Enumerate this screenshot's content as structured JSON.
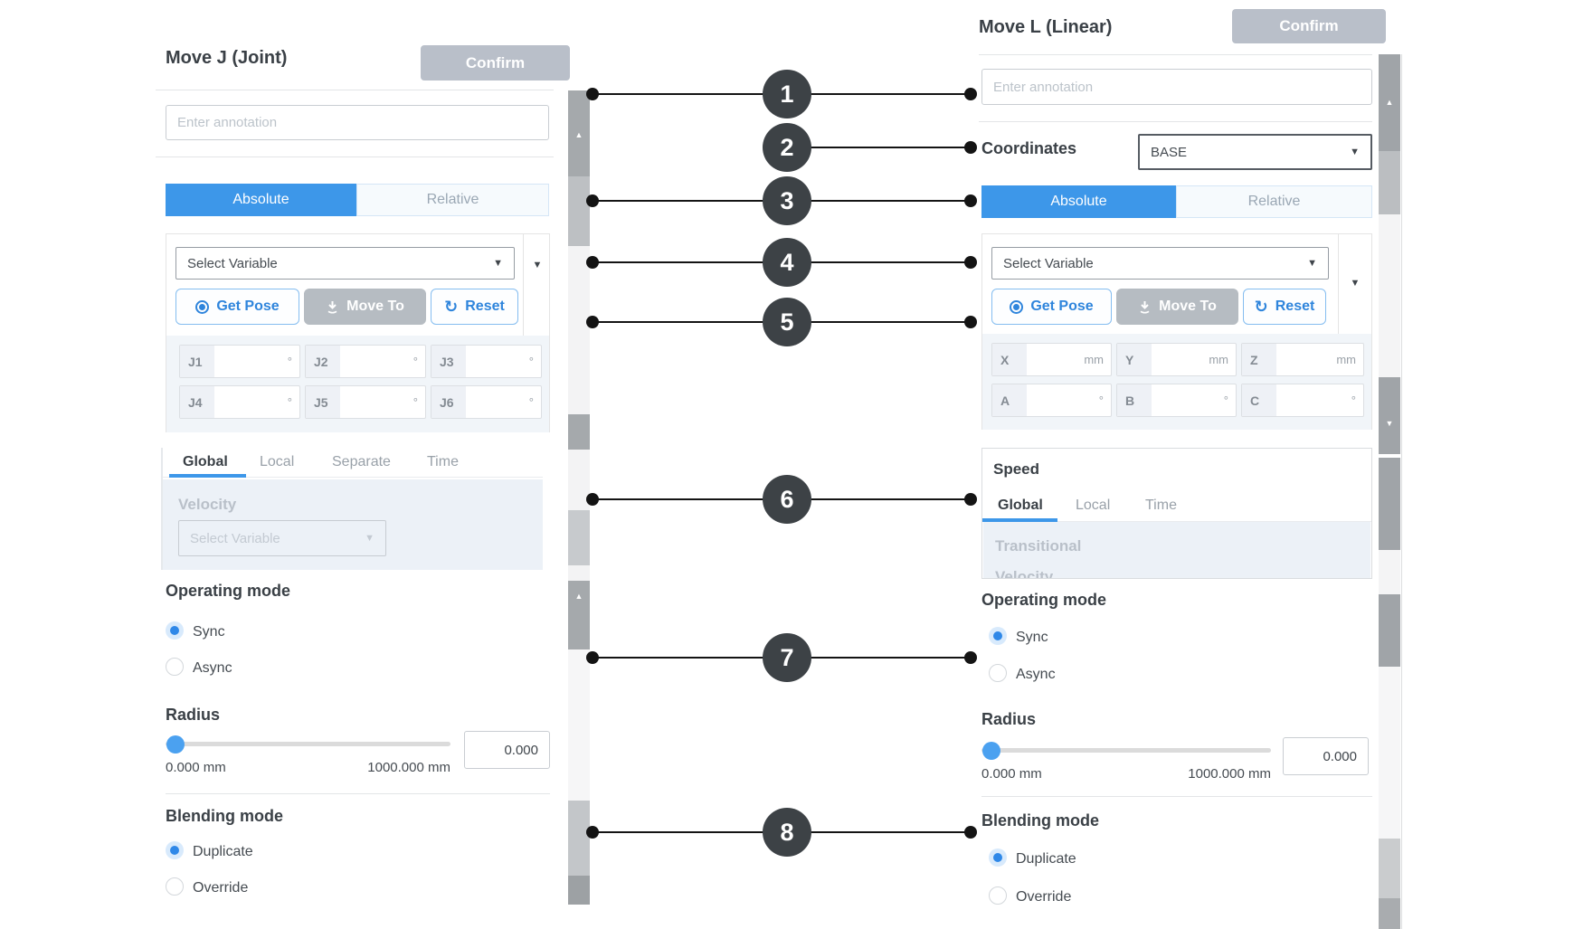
{
  "colors": {
    "accent_blue": "#3d97e9",
    "confirm_gray": "#b9bfc9",
    "callout_dark": "#3d4246",
    "radio_blue": "#2f88e8"
  },
  "callouts": {
    "labels": [
      "1",
      "2",
      "3",
      "4",
      "5",
      "6",
      "7",
      "8"
    ]
  },
  "panels": {
    "left": {
      "title": "Move J (Joint)",
      "confirm_label": "Confirm",
      "annotation_placeholder": "Enter annotation",
      "mode_tabs": {
        "absolute": "Absolute",
        "relative": "Relative"
      },
      "variable": {
        "placeholder": "Select Variable",
        "get_pose": "Get Pose",
        "move_to": "Move To",
        "reset": "Reset"
      },
      "joints": [
        {
          "label": "J1",
          "unit": "°"
        },
        {
          "label": "J2",
          "unit": "°"
        },
        {
          "label": "J3",
          "unit": "°"
        },
        {
          "label": "J4",
          "unit": "°"
        },
        {
          "label": "J5",
          "unit": "°"
        },
        {
          "label": "J6",
          "unit": "°"
        }
      ],
      "speed_tabs": {
        "global": "Global",
        "local": "Local",
        "separate": "Separate",
        "time": "Time"
      },
      "velocity": {
        "label": "Velocity",
        "placeholder": "Select Variable"
      },
      "operating": {
        "heading": "Operating mode",
        "sync": "Sync",
        "async": "Async"
      },
      "radius": {
        "heading": "Radius",
        "min": "0.000 mm",
        "max": "1000.000 mm",
        "value": "0.000"
      },
      "blending": {
        "heading": "Blending mode",
        "duplicate": "Duplicate",
        "override": "Override"
      }
    },
    "right": {
      "title": "Move L (Linear)",
      "confirm_label": "Confirm",
      "annotation_placeholder": "Enter annotation",
      "coordinates": {
        "label": "Coordinates",
        "value": "BASE"
      },
      "mode_tabs": {
        "absolute": "Absolute",
        "relative": "Relative"
      },
      "variable": {
        "placeholder": "Select Variable",
        "get_pose": "Get Pose",
        "move_to": "Move To",
        "reset": "Reset"
      },
      "pose_fields": [
        {
          "label": "X",
          "unit": "mm"
        },
        {
          "label": "Y",
          "unit": "mm"
        },
        {
          "label": "Z",
          "unit": "mm"
        },
        {
          "label": "A",
          "unit": "°"
        },
        {
          "label": "B",
          "unit": "°"
        },
        {
          "label": "C",
          "unit": "°"
        }
      ],
      "speed": {
        "heading": "Speed",
        "tabs": {
          "global": "Global",
          "local": "Local",
          "time": "Time"
        },
        "transitional": "Transitional",
        "clipped": "Velocity"
      },
      "operating": {
        "heading": "Operating mode",
        "sync": "Sync",
        "async": "Async"
      },
      "radius": {
        "heading": "Radius",
        "min": "0.000 mm",
        "max": "1000.000 mm",
        "value": "0.000"
      },
      "blending": {
        "heading": "Blending mode",
        "duplicate": "Duplicate",
        "override": "Override"
      }
    }
  }
}
